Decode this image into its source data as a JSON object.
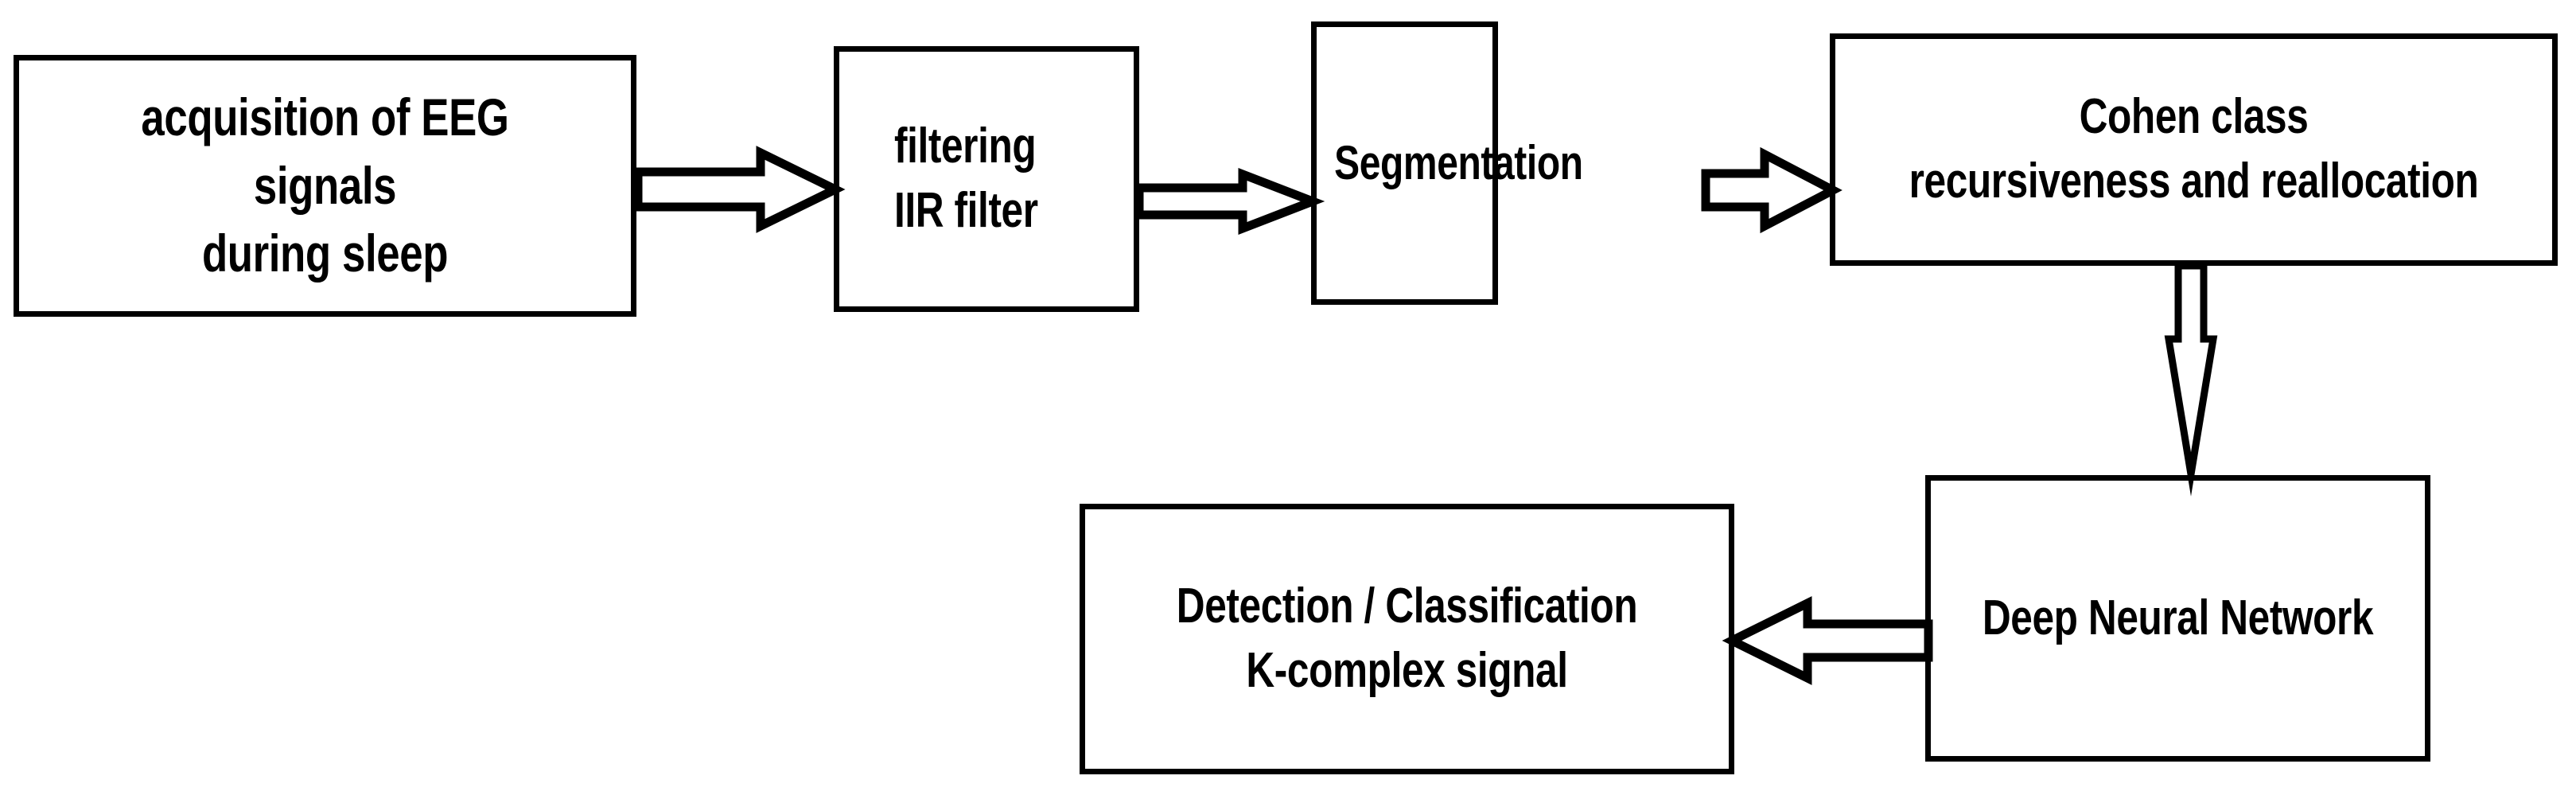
{
  "diagram": {
    "title": "EEG K-complex detection processing pipeline",
    "background_color": "#ffffff",
    "line_color": "#000000",
    "text_color": "#000000",
    "nodes": [
      {
        "id": "acquisition",
        "label": "acquisition of EEG signals\nduring sleep"
      },
      {
        "id": "filtering",
        "label": "filtering\nIIR filter"
      },
      {
        "id": "segmentation",
        "label": "Segmentation"
      },
      {
        "id": "cohen",
        "label": "Cohen class\nrecursiveness and reallocation"
      },
      {
        "id": "dnn",
        "label": "Deep Neural Network"
      },
      {
        "id": "detection",
        "label": "Detection / Classification\nK-complex signal"
      }
    ],
    "connectors": [
      {
        "id": "acq-filt",
        "from": "acquisition",
        "to": "filtering",
        "direction": "right",
        "style": "hollow-block-arrow"
      },
      {
        "id": "filt-seg",
        "from": "filtering",
        "to": "segmentation",
        "direction": "right",
        "style": "hollow-block-arrow"
      },
      {
        "id": "seg-coh",
        "from": "segmentation",
        "to": "cohen",
        "direction": "right",
        "style": "hollow-block-arrow"
      },
      {
        "id": "coh-dnn",
        "from": "cohen",
        "to": "dnn",
        "direction": "down",
        "style": "hollow-thin-arrow"
      },
      {
        "id": "dnn-det",
        "from": "dnn",
        "to": "detection",
        "direction": "left",
        "style": "hollow-block-arrow"
      }
    ]
  }
}
